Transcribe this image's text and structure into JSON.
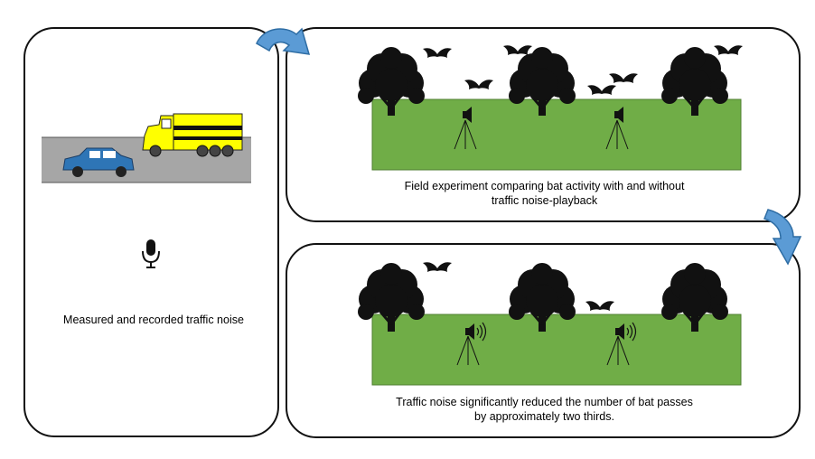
{
  "panels": {
    "left": {
      "caption": "Measured and recorded traffic noise"
    },
    "top": {
      "caption_line1": "Field experiment comparing bat activity with and without",
      "caption_line2": "traffic noise-playback"
    },
    "bottom": {
      "caption_line1": "Traffic noise significantly reduced the number of bat passes",
      "caption_line2": "by approximately two thirds."
    }
  },
  "icons": {
    "left": [
      "road-icon",
      "car-icon",
      "truck-icon",
      "microphone-icon"
    ],
    "top": [
      "tree-icon",
      "bat-icon",
      "speaker-icon",
      "tripod-icon"
    ],
    "bottom": [
      "tree-icon",
      "bat-icon",
      "speaker-sound-icon",
      "tripod-icon"
    ],
    "arrows": [
      "curved-arrow-icon",
      "curved-arrow-icon"
    ]
  },
  "colors": {
    "field": "#70ad47",
    "field_border": "#4f7f31",
    "road": "#a6a6a6",
    "arrow": "#5b9bd5",
    "car": "#2e75b6",
    "truck": "#ffff00"
  }
}
